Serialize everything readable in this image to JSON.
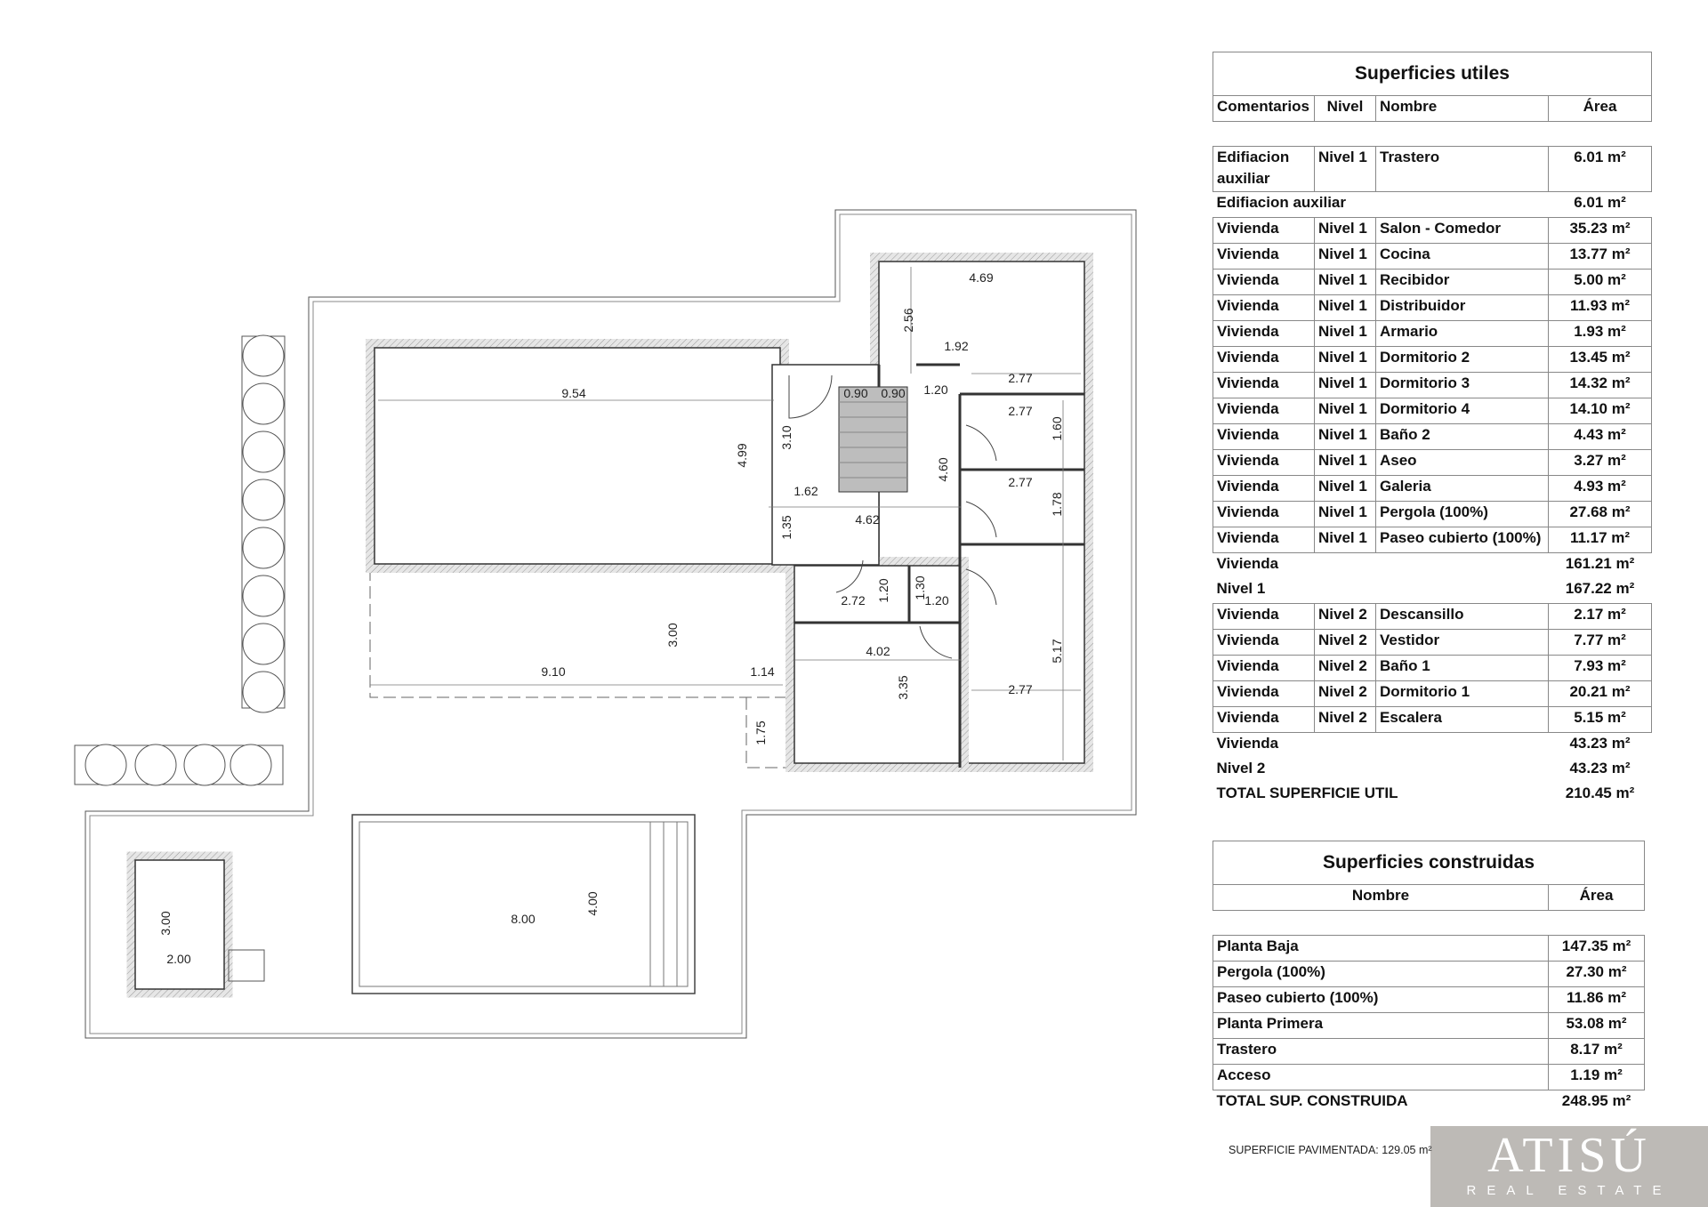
{
  "tabla_utiles": {
    "title": "Superficies utiles",
    "headers": [
      "Comentarios",
      "Nivel",
      "Nombre",
      "Área"
    ],
    "first_row": {
      "comentario": "Edifiacion auxiliar",
      "nivel": "Nivel 1",
      "nombre": "Trastero",
      "area": "6.01 m²"
    },
    "subtotal_aux": {
      "label": "Edifiacion auxiliar",
      "area": "6.01 m²"
    },
    "nivel1_rows": [
      [
        "Vivienda",
        "Nivel 1",
        "Salon - Comedor",
        "35.23 m²"
      ],
      [
        "Vivienda",
        "Nivel 1",
        "Cocina",
        "13.77 m²"
      ],
      [
        "Vivienda",
        "Nivel 1",
        "Recibidor",
        "5.00 m²"
      ],
      [
        "Vivienda",
        "Nivel 1",
        "Distribuidor",
        "11.93 m²"
      ],
      [
        "Vivienda",
        "Nivel 1",
        "Armario",
        "1.93 m²"
      ],
      [
        "Vivienda",
        "Nivel 1",
        "Dormitorio 2",
        "13.45 m²"
      ],
      [
        "Vivienda",
        "Nivel 1",
        "Dormitorio 3",
        "14.32 m²"
      ],
      [
        "Vivienda",
        "Nivel 1",
        "Dormitorio 4",
        "14.10 m²"
      ],
      [
        "Vivienda",
        "Nivel 1",
        "Baño 2",
        "4.43 m²"
      ],
      [
        "Vivienda",
        "Nivel 1",
        "Aseo",
        "3.27 m²"
      ],
      [
        "Vivienda",
        "Nivel 1",
        "Galeria",
        "4.93 m²"
      ],
      [
        "Vivienda",
        "Nivel 1",
        "Pergola (100%)",
        "27.68 m²"
      ],
      [
        "Vivienda",
        "Nivel 1",
        "Paseo cubierto (100%)",
        "11.17 m²"
      ]
    ],
    "subtotals_n1": [
      {
        "label": "Vivienda",
        "area": "161.21 m²"
      },
      {
        "label": "Nivel 1",
        "area": "167.22 m²"
      }
    ],
    "nivel2_rows": [
      [
        "Vivienda",
        "Nivel 2",
        "Descansillo",
        "2.17 m²"
      ],
      [
        "Vivienda",
        "Nivel 2",
        "Vestidor",
        "7.77 m²"
      ],
      [
        "Vivienda",
        "Nivel 2",
        "Baño 1",
        "7.93 m²"
      ],
      [
        "Vivienda",
        "Nivel 2",
        "Dormitorio 1",
        "20.21 m²"
      ],
      [
        "Vivienda",
        "Nivel 2",
        "Escalera",
        "5.15 m²"
      ]
    ],
    "subtotals_n2": [
      {
        "label": "Vivienda",
        "area": "43.23 m²"
      },
      {
        "label": "Nivel 2",
        "area": "43.23 m²"
      },
      {
        "label": "TOTAL SUPERFICIE UTIL",
        "area": "210.45 m²"
      }
    ]
  },
  "tabla_construidas": {
    "title": "Superficies construidas",
    "headers": [
      "Nombre",
      "Área"
    ],
    "rows": [
      [
        "Planta Baja",
        "147.35 m²"
      ],
      [
        "Pergola (100%)",
        "27.30 m²"
      ],
      [
        "Paseo cubierto (100%)",
        "11.86 m²"
      ],
      [
        "Planta Primera",
        "53.08 m²"
      ],
      [
        "Trastero",
        "8.17 m²"
      ],
      [
        "Acceso",
        "1.19 m²"
      ]
    ],
    "total": {
      "label": "TOTAL SUP. CONSTRUIDA",
      "area": "248.95 m²"
    }
  },
  "superficie_pavimentada": "SUPERFICIE PAVIMENTADA: 129.05 m²",
  "watermark": {
    "logo": "ATISÚ",
    "subtitle": "REAL ESTATE"
  },
  "plan": {
    "dimensions": [
      "9.54",
      "4.99",
      "3.10",
      "0.90",
      "0.90",
      "1.20",
      "1.92",
      "2.56",
      "4.69",
      "2.77",
      "2.77",
      "1.60",
      "4.60",
      "2.77",
      "1.78",
      "1.62",
      "4.62",
      "1.35",
      "2.72",
      "1.20",
      "1.30",
      "1.20",
      "3.00",
      "9.10",
      "1.14",
      "4.02",
      "3.35",
      "5.17",
      "2.77",
      "1.75",
      "8.00",
      "4.00",
      "3.00",
      "2.00"
    ],
    "colors": {
      "wall": "#d9d9d9",
      "stair": "#b8b8b8",
      "line": "#333333"
    }
  }
}
